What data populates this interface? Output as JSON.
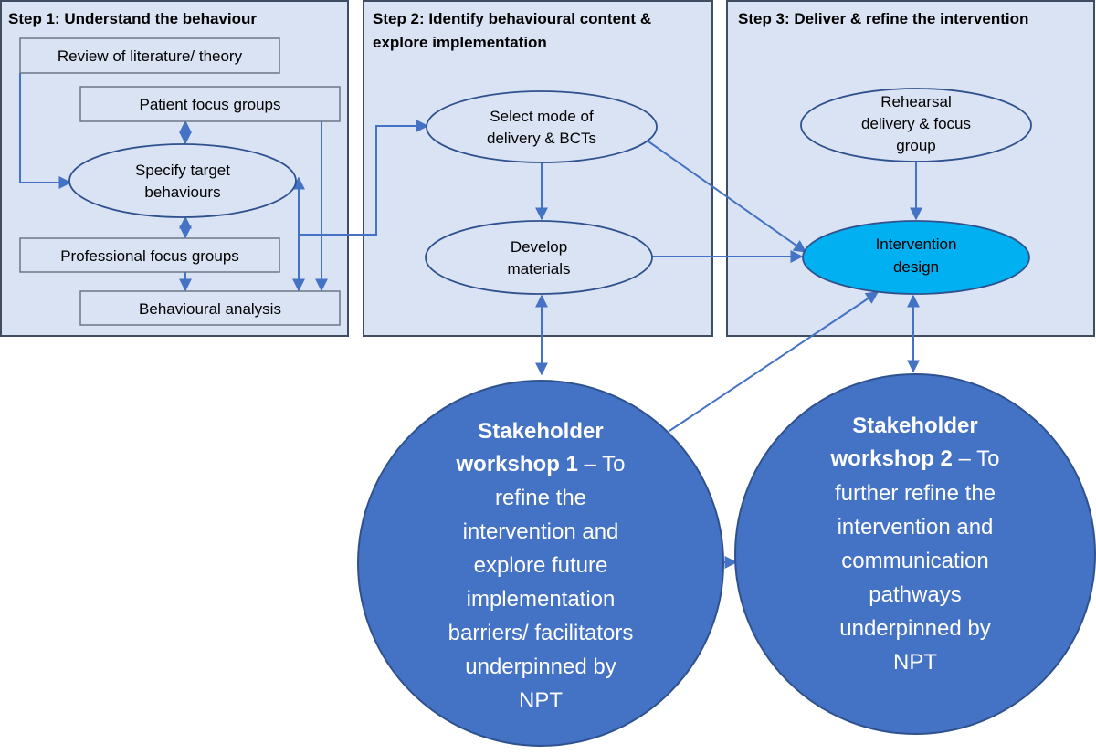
{
  "colors": {
    "panel_fill": "#dae3f3",
    "connector": "#4472c4",
    "highlight": "#00b0f0",
    "workshop_circle": "#4472c4"
  },
  "steps": [
    {
      "id": "step1",
      "title": "Step 1: Understand the behaviour"
    },
    {
      "id": "step2",
      "title_lines": [
        "Step 2: Identify behavioural content &",
        "explore implementation"
      ]
    },
    {
      "id": "step3",
      "title": "Step 3: Deliver & refine the intervention"
    }
  ],
  "step1_items": {
    "review": "Review of literature/ theory",
    "patient_focus": "Patient focus groups",
    "specify_target": [
      "Specify target",
      "behaviours"
    ],
    "professional_focus": "Professional focus groups",
    "behavioural_analysis": "Behavioural analysis"
  },
  "step2_items": {
    "select_mode": [
      "Select mode of",
      "delivery & BCTs"
    ],
    "develop_materials": [
      "Develop",
      "materials"
    ]
  },
  "step3_items": {
    "rehearsal": [
      "Rehearsal",
      "delivery & focus",
      "group"
    ],
    "intervention_design": [
      "Intervention",
      "design"
    ]
  },
  "workshops": [
    {
      "id": "workshop1",
      "bold_line1": "Stakeholder",
      "bold_line2": "workshop 1",
      "dash_text": " – To",
      "lines": [
        "refine the",
        "intervention and",
        "explore future",
        "implementation",
        "barriers/ facilitators",
        "underpinned by",
        "NPT"
      ]
    },
    {
      "id": "workshop2",
      "bold_line1": "Stakeholder",
      "bold_line2": "workshop 2",
      "dash_text": " – To",
      "lines": [
        "further refine the",
        "intervention and",
        "communication",
        "pathways",
        "underpinned by",
        "NPT"
      ]
    }
  ]
}
